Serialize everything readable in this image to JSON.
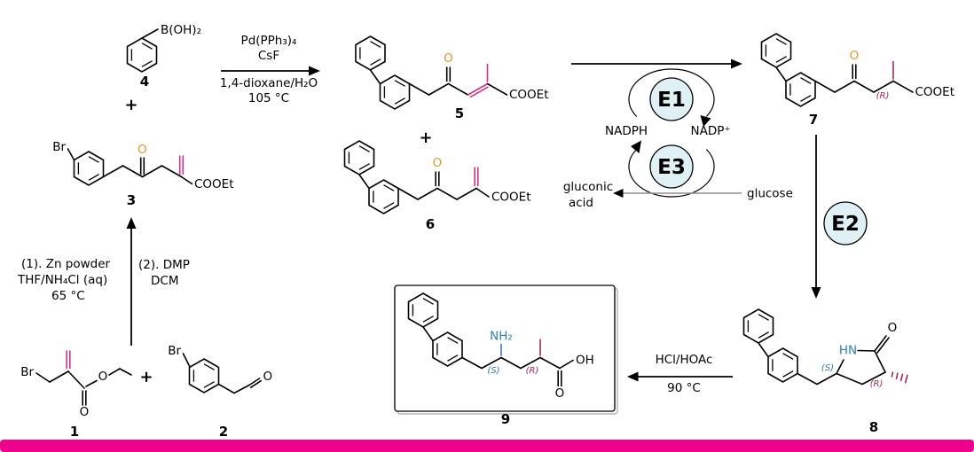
{
  "operators": {
    "plus": "+"
  },
  "compounds": {
    "c1": {
      "number": "1",
      "br": "Br",
      "carbonyl_o": "O",
      "ester_o": "O"
    },
    "c2": {
      "number": "2",
      "br": "Br",
      "aldehyde_o": "O"
    },
    "c3": {
      "number": "3",
      "br": "Br",
      "ketone_o": "O",
      "ester": "COOEt"
    },
    "c4": {
      "number": "4",
      "boronic_acid": "B(OH)₂"
    },
    "c5": {
      "number": "5",
      "ketone_o": "O",
      "ester": "COOEt"
    },
    "c6": {
      "number": "6",
      "ketone_o": "O",
      "ester": "COOEt"
    },
    "c7": {
      "number": "7",
      "ketone_o": "O",
      "stereo_r": "(R)",
      "ester": "COOEt"
    },
    "c8": {
      "number": "8",
      "amide_hn": "HN",
      "lactam_o": "O",
      "stereo_s": "(S)",
      "stereo_r": "(R)"
    },
    "c9": {
      "number": "9",
      "amine": "NH₂",
      "stereo_s": "(S)",
      "stereo_r": "(R)",
      "hydroxyl": "OH",
      "carboxyl_o": "O"
    }
  },
  "conditions": {
    "coupling": {
      "line1": "Pd(PPh₃)₄",
      "line2": "CsF",
      "line3": "1,4-dioxane/H₂O",
      "line4": "105 °C"
    },
    "reformatsky": {
      "step1_line1": "(1). Zn powder",
      "step1_line2": "THF/NH₄Cl (aq)",
      "step1_line3": "65 °C",
      "step2_line1": "(2). DMP",
      "step2_line2": "DCM"
    },
    "lactamization": {
      "line1": "HCl/HOAc",
      "line2": "90 °C"
    }
  },
  "biocatalysis": {
    "enzyme1": "E1",
    "enzyme2": "E2",
    "enzyme3": "E3",
    "cofactor_reduced": "NADPH",
    "cofactor_oxidized": "NADP⁺",
    "byproduct_line1": "gluconic",
    "byproduct_line2": "acid",
    "substrate": "glucose"
  },
  "colors": {
    "ketone_oxygen_orange": "#E8952F",
    "alkene_magenta": "#D23287",
    "amine_blue": "#2F7BBF",
    "stereocenter_maroon": "#A8275A",
    "enzyme_circle_fill": "#DFF1F5",
    "bottom_bar_magenta": "#EC008C",
    "glucose_arrow_gray": "#8F8F8F"
  }
}
